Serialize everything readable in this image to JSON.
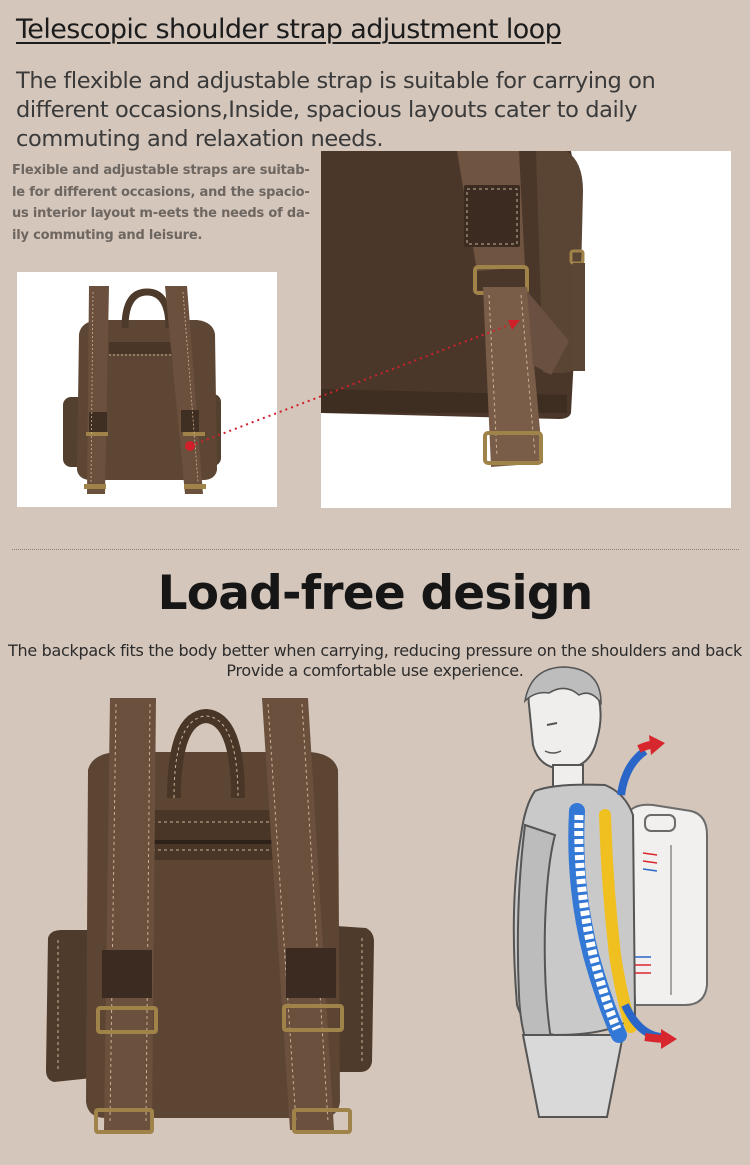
{
  "strap_section": {
    "title": "Telescopic shoulder strap adjustment loop",
    "description": "The flexible and adjustable strap is suitable for carrying on different occasions,Inside, spacious layouts cater to daily commuting and relaxation needs.",
    "caption_lines": [
      "Flexible and adjustable straps are suitab-",
      "le for different occasions, and the spacio-",
      "us interior layout m-eets the needs of da-",
      "ily commuting and leisure."
    ]
  },
  "design_section": {
    "title": "Load-free design",
    "description_lines": [
      "The backpack fits the body better when carrying, reducing pressure on the shoulders and back",
      "Provide a comfortable use experience."
    ]
  },
  "colors": {
    "background": "#d4c6bb",
    "leather_dark": "#4e3a2a",
    "leather_mid": "#6b5240",
    "stitching": "#c9b396",
    "buckle": "#a08348",
    "pointer_red": "#d0202a",
    "arrow_red": "#d8262e",
    "arrow_blue": "#2a66c8",
    "spine_blue": "#3478d6",
    "spine_yellow": "#f0c020"
  },
  "icons": {
    "callout": "red-dotted-pointer",
    "airflow": "red-blue-curved-arrows"
  }
}
